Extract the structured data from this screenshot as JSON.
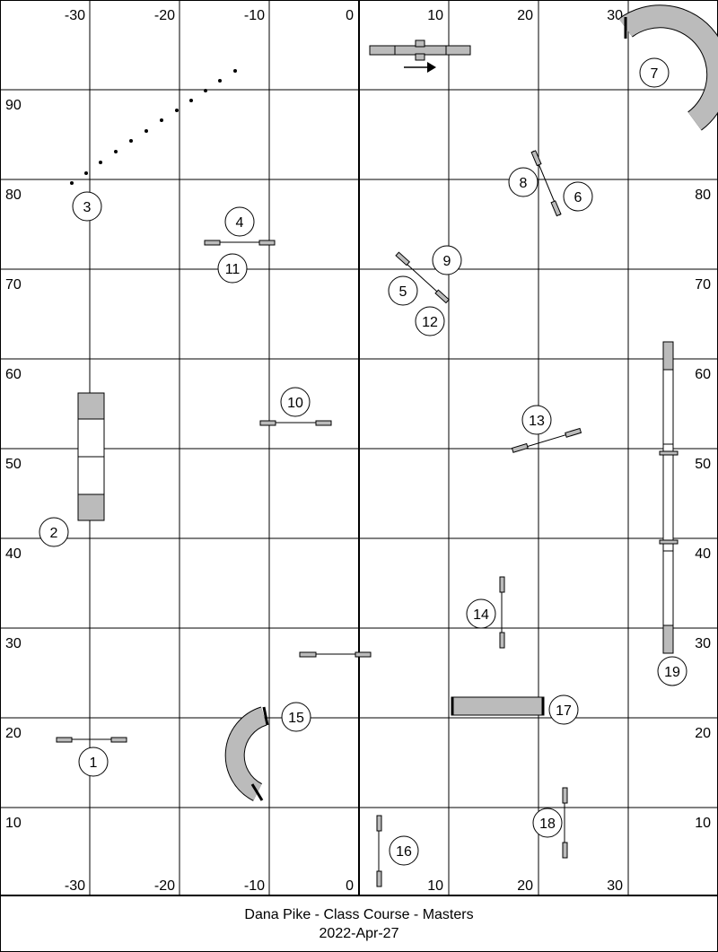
{
  "footer": {
    "title": "Dana Pike - Class Course - Masters",
    "date": "2022-Apr-27"
  },
  "x_axis_labels": [
    "-30",
    "-20",
    "-10",
    "0",
    "10",
    "20",
    "30"
  ],
  "y_axis_labels": [
    "90",
    "80",
    "70",
    "60",
    "50",
    "40",
    "30",
    "20",
    "10"
  ],
  "obstacle_numbers": [
    "1",
    "2",
    "3",
    "4",
    "5",
    "6",
    "7",
    "8",
    "9",
    "10",
    "11",
    "12",
    "13",
    "14",
    "15",
    "16",
    "17",
    "18",
    "19"
  ],
  "colors": {
    "grid": "#000000",
    "obstacle_fill": "#bbbbbb",
    "background": "#ffffff"
  }
}
